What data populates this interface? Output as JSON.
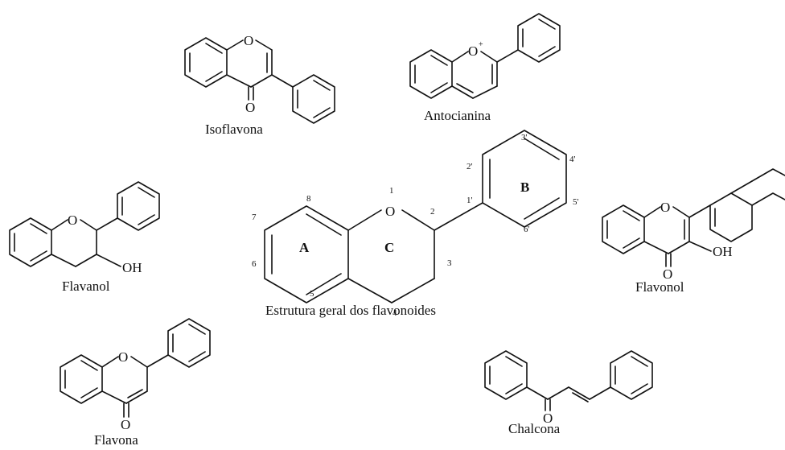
{
  "diagram": {
    "compounds": [
      {
        "id": "isoflavona",
        "name": "Isoflavona"
      },
      {
        "id": "antocianina",
        "name": "Antocianina"
      },
      {
        "id": "flavanol",
        "name": "Flavanol"
      },
      {
        "id": "general",
        "name": "Estrutura geral dos flavonoides"
      },
      {
        "id": "flavonol",
        "name": "Flavonol"
      },
      {
        "id": "flavona",
        "name": "Flavona"
      },
      {
        "id": "chalcona",
        "name": "Chalcona"
      }
    ],
    "atoms": {
      "oxygen": "O",
      "hydroxyl": "OH",
      "plus": "+"
    },
    "ring_labels": {
      "a": "A",
      "b": "B",
      "c": "C"
    },
    "positions": {
      "p1": "1",
      "p2": "2",
      "p3": "3",
      "p4": "4",
      "p5": "5",
      "p6": "6",
      "p7": "7",
      "p8": "8",
      "p1p": "1'",
      "p2p": "2'",
      "p3p": "3'",
      "p4p": "4'",
      "p5p": "5'",
      "p6p": "6'"
    }
  }
}
